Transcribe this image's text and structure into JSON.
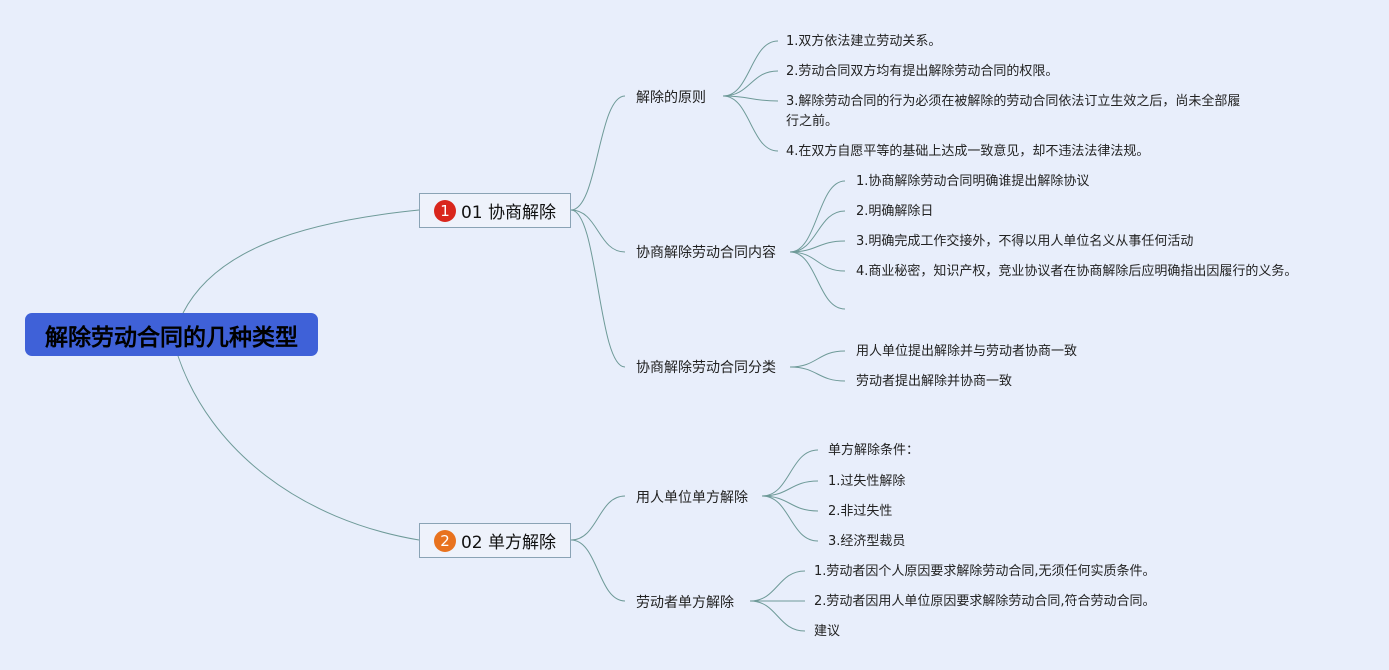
{
  "root": {
    "label": "解除劳动合同的几种类型"
  },
  "colors": {
    "root_bg": "#3f61d8",
    "badge_1": "#d9261c",
    "badge_2": "#e8721e",
    "link": "#6e9a98"
  },
  "branches": [
    {
      "badge": "1",
      "label": "01 协商解除",
      "children": [
        {
          "label": "解除的原则",
          "items": [
            "1.双方依法建立劳动关系。",
            "2.劳动合同双方均有提出解除劳动合同的权限。",
            "3.解除劳动合同的行为必须在被解除的劳动合同依法订立生效之后，尚未全部履",
            "行之前。",
            "4.在双方自愿平等的基础上达成一致意见，却不违法法律法规。"
          ]
        },
        {
          "label": "协商解除劳动合同内容",
          "items": [
            "1.协商解除劳动合同明确谁提出解除协议",
            "2.明确解除日",
            "3.明确完成工作交接外，不得以用人单位名义从事任何活动",
            "4.商业秘密，知识产权，竞业协议者在协商解除后应明确指出因履行的义务。"
          ]
        },
        {
          "label": "协商解除劳动合同分类",
          "items": [
            "用人单位提出解除并与劳动者协商一致",
            "劳动者提出解除并协商一致"
          ]
        }
      ]
    },
    {
      "badge": "2",
      "label": "02 单方解除",
      "children": [
        {
          "label": "用人单位单方解除",
          "items": [
            "单方解除条件：",
            "1.过失性解除",
            "2.非过失性",
            "3.经济型裁员"
          ]
        },
        {
          "label": "劳动者单方解除",
          "items": [
            "1.劳动者因个人原因要求解除劳动合同,无须任何实质条件。",
            "2.劳动者因用人单位原因要求解除劳动合同,符合劳动合同。",
            "建议"
          ]
        }
      ]
    }
  ]
}
